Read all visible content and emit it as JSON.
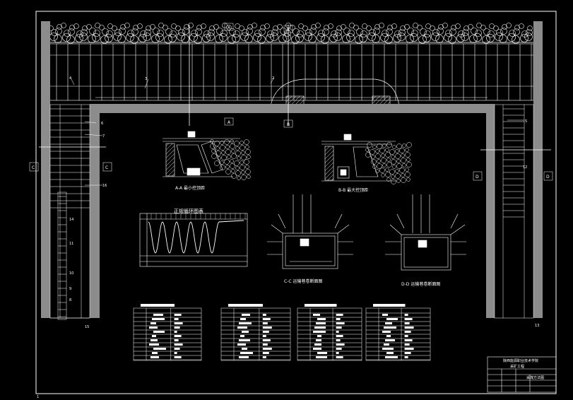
{
  "section_marks": {
    "a_top": "A",
    "b_top": "B",
    "a_bottom": "A",
    "b_bottom": "B",
    "c_left": "C",
    "c_right": "C",
    "d_left": "D",
    "d_right": "D"
  },
  "callouts": {
    "n1": "1",
    "n2": "2",
    "n3": "3",
    "n4": "4",
    "n5": "5",
    "n6": "6",
    "n7": "7",
    "n8": "8",
    "n9": "9",
    "n10": "10",
    "n11": "11",
    "n12": "12",
    "n13": "13",
    "n14": "14",
    "n15": "15",
    "n16": "16"
  },
  "views": {
    "aa_caption": "A-A 最小控顶距",
    "bb_caption": "B-B 最大控顶距",
    "cc_caption": "C-C 运输巷卷断面图",
    "dd_caption": "D-D 运输巷卷断面图",
    "cycle_title": "正规循环图表"
  },
  "title_block": {
    "school": "陕西能源职业技术学院",
    "dept": "采矿工程",
    "drawing_name": "采煤方法图"
  },
  "colors": {
    "background": "#000000",
    "line": "#ffffff",
    "pillar": "#8c8c8c",
    "hatch": "#bdbdbd"
  }
}
